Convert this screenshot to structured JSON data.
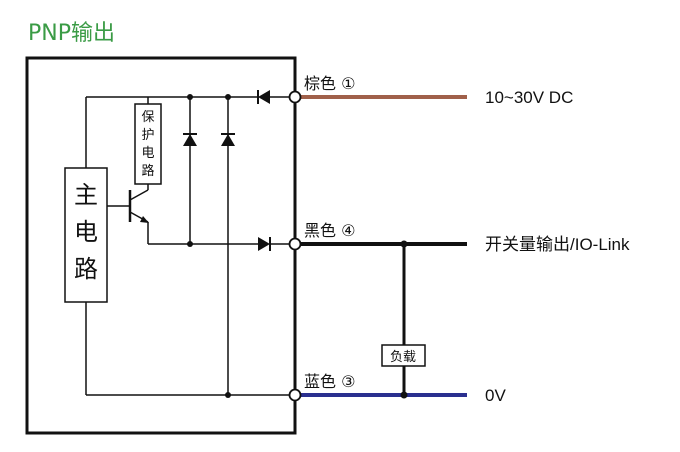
{
  "title": "PNP输出",
  "wires": {
    "brown": {
      "label": "棕色 ①",
      "signal": "10~30V DC",
      "color": "#a0604a"
    },
    "black": {
      "label": "黑色 ④",
      "signal": "开关量输出/IO-Link",
      "color": "#111111"
    },
    "blue": {
      "label": "蓝色 ③",
      "signal": "0V",
      "color": "#2a2f8f"
    }
  },
  "main_circuit": {
    "line1": "主",
    "line2": "电",
    "line3": "路"
  },
  "protection_circuit": {
    "line1": "保",
    "line2": "护",
    "line3": "电",
    "line4": "路"
  },
  "load": "负载"
}
